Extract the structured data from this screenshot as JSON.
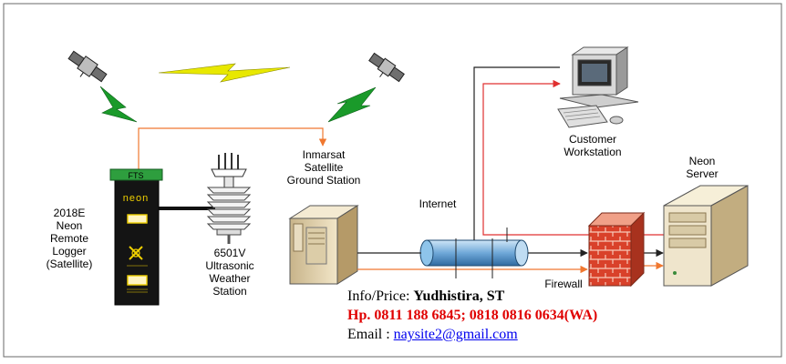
{
  "labels": {
    "logger": [
      "2018E",
      "Neon",
      "Remote",
      "Logger",
      "(Satellite)"
    ],
    "weather": [
      "6501V",
      "Ultrasonic",
      "Weather",
      "Station"
    ],
    "ground": [
      "Inmarsat",
      "Satellite",
      "Ground Station"
    ],
    "customer": [
      "Customer",
      "Workstation"
    ],
    "server": [
      "Neon",
      "Server"
    ],
    "internet": "Internet",
    "firewall": "Firewall",
    "logger_tag": "FTS",
    "logger_brand": "neon"
  },
  "contact": {
    "info_prefix": "Info/Price: ",
    "info_name": "Yudhistira, ST",
    "phone": "Hp. 0811 188 6845; 0818 0816 0634(WA)",
    "email_prefix": "Email : ",
    "email": "naysite2@gmail.com"
  },
  "colors": {
    "link_orange": "#f07830",
    "link_red": "#e03030",
    "green_bolt": "#1a9a2a",
    "yellow_bolt": "#e8e800",
    "logger_green": "#2e9e3e",
    "logger_yellow": "#f0d000",
    "pipe_blue": "#7fb8e0"
  }
}
